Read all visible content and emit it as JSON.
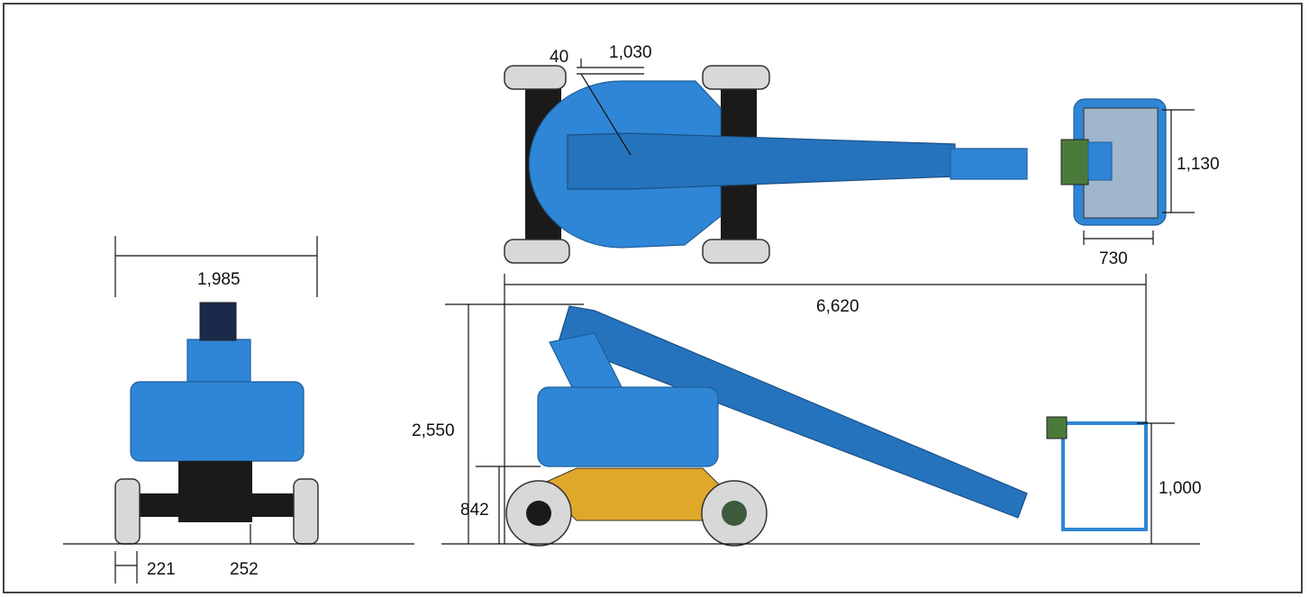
{
  "diagram": {
    "views": [
      "top-view",
      "front-view",
      "side-view"
    ],
    "dimensions": {
      "top_offset": "40",
      "top_arm": "1,030",
      "platform_depth": "1,130",
      "platform_width": "730",
      "front_width": "1,985",
      "front_wheel": "221",
      "front_clearance": "252",
      "total_length": "6,620",
      "total_height": "2,550",
      "chassis_height": "842",
      "platform_height": "1,000"
    },
    "colors": {
      "machine_blue": "#2f86d6",
      "machine_blue_dark": "#2673bd",
      "chassis_yellow": "#e0a82a",
      "tire_gray": "#d8d8d8",
      "line": "#111111"
    }
  }
}
